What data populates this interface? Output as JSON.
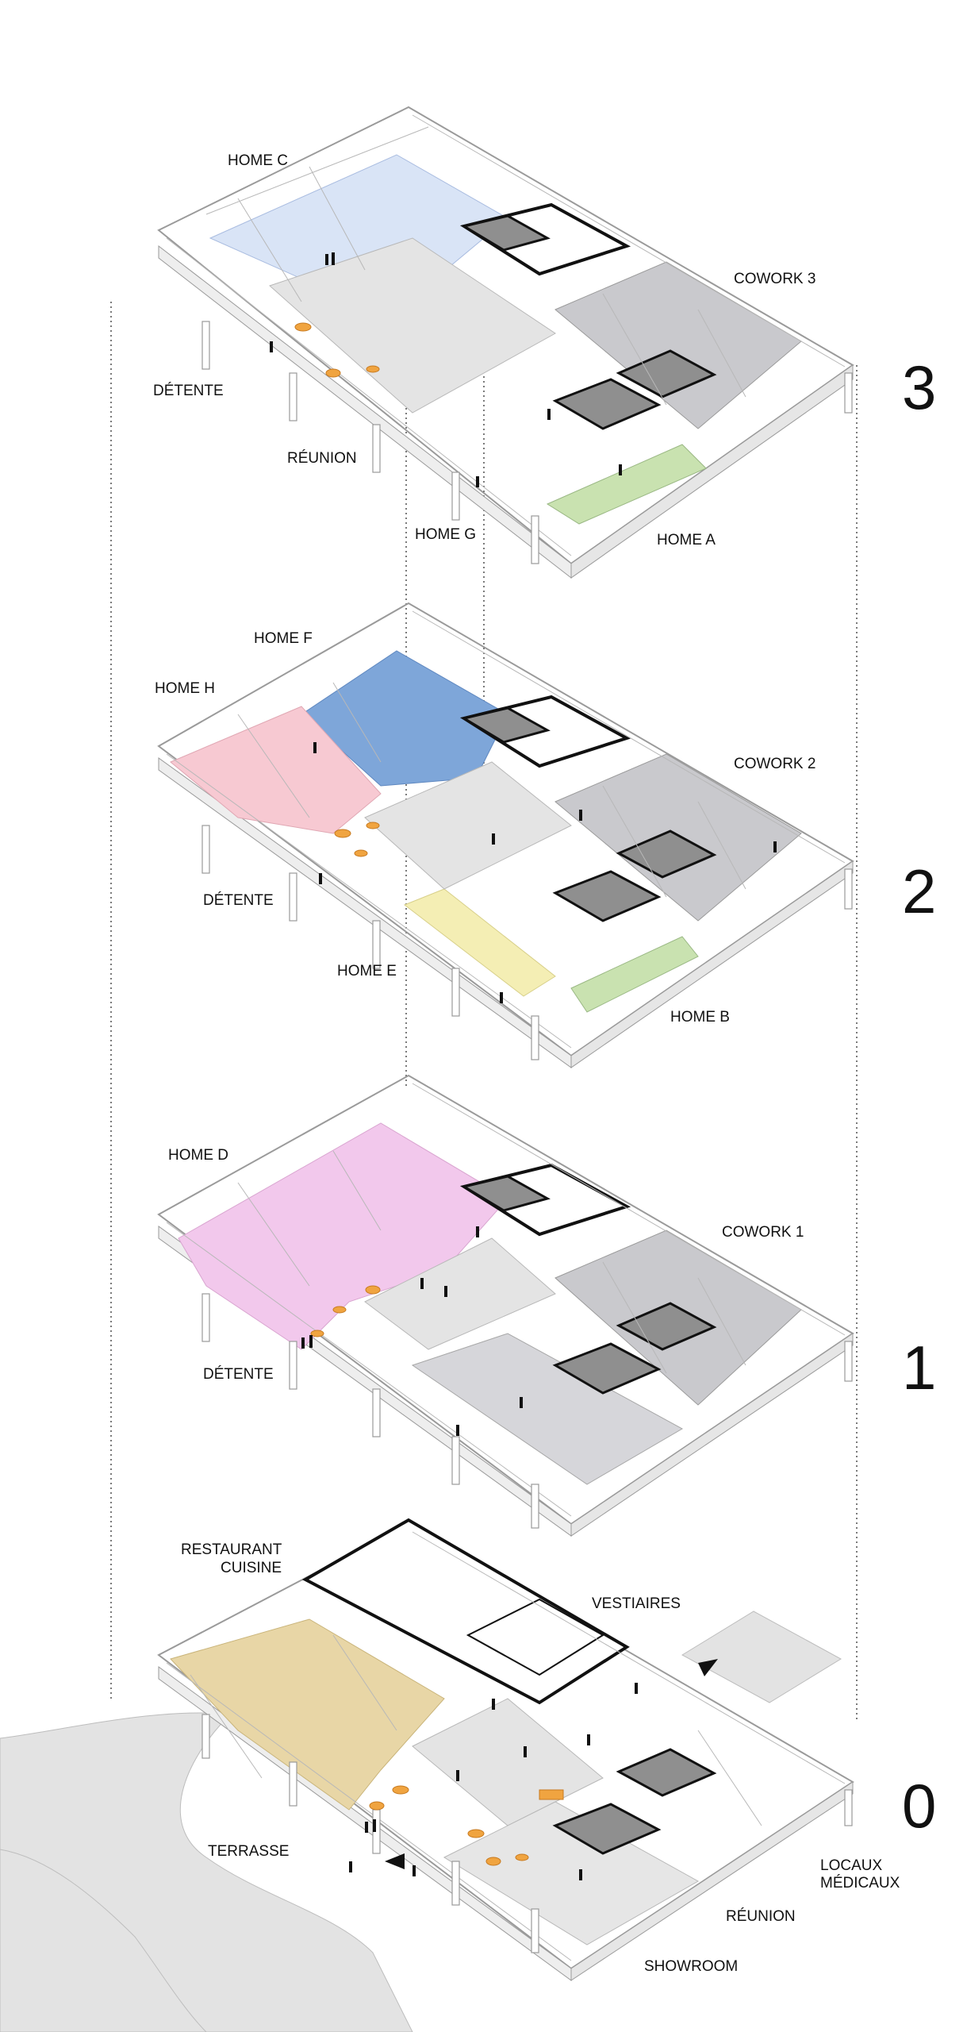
{
  "levels": [
    {
      "number": "3",
      "labels": {
        "home_c": "HOME C",
        "detente": "DÉTENTE",
        "reunion": "RÉUNION",
        "home_g": "HOME G",
        "home_a": "HOME A",
        "cowork": "COWORK 3"
      }
    },
    {
      "number": "2",
      "labels": {
        "home_f": "HOME F",
        "home_h": "HOME H",
        "detente": "DÉTENTE",
        "home_e": "HOME E",
        "home_b": "HOME B",
        "cowork": "COWORK 2"
      }
    },
    {
      "number": "1",
      "labels": {
        "home_d": "HOME D",
        "detente": "DÉTENTE",
        "cowork": "COWORK 1"
      }
    },
    {
      "number": "0",
      "labels": {
        "restaurant_1": "RESTAURANT",
        "restaurant_2": "CUISINE",
        "vestiaires": "VESTIAIRES",
        "terrasse": "TERRASSE",
        "locaux_1": "LOCAUX",
        "locaux_2": "MÉDICAUX",
        "reunion": "RÉUNION",
        "showroom": "SHOWROOM"
      }
    }
  ],
  "colors": {
    "home_c": "#d9e4f6",
    "home_f": "#7ea6d9",
    "home_h": "#f7c9d2",
    "home_d": "#f2c8ec",
    "home_e": "#f4eeb4",
    "home_green": "#c9e2b0",
    "cowork_grey": "#c9c9cd",
    "restaurant": "#e8d6a6",
    "accent_orange": "#f0a440",
    "slab": "#ffffff",
    "circulation": "#e4e4e4"
  }
}
